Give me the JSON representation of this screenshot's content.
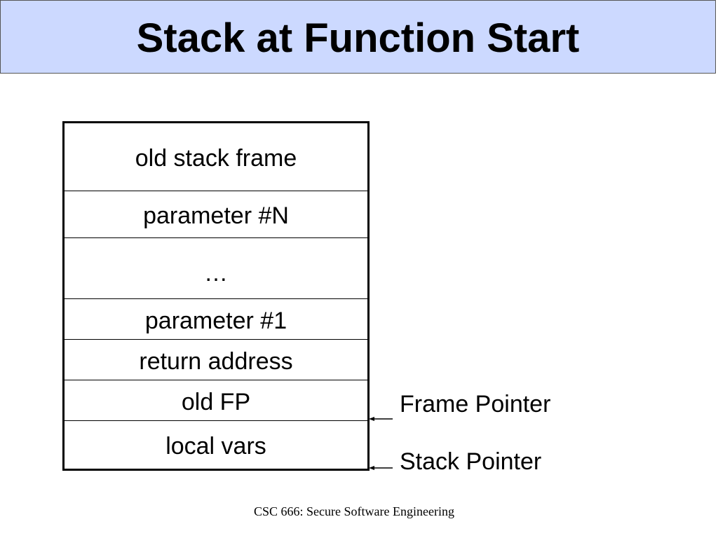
{
  "slide": {
    "title": "Stack at Function Start",
    "footer": "CSC 666: Secure Software Engineering"
  },
  "stack": {
    "cells": [
      "old stack frame",
      "parameter #N",
      "…",
      "parameter #1",
      "return address",
      "old FP",
      "local vars"
    ]
  },
  "pointers": {
    "frame": "Frame Pointer",
    "stack": "Stack Pointer"
  }
}
